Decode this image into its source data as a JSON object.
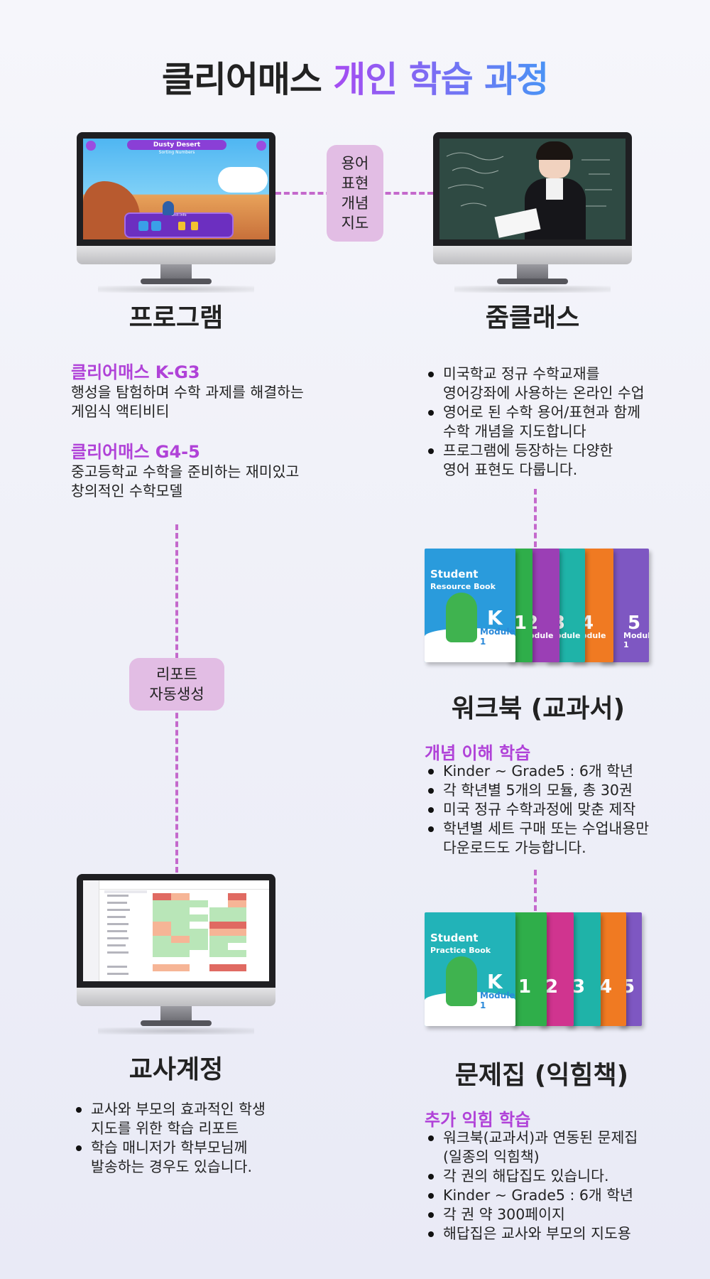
{
  "title": {
    "part1": "클리어매스",
    "part2": "개인 학습 과정"
  },
  "connectors": {
    "top_pill": [
      "용어",
      "표현",
      "개념",
      "지도"
    ],
    "left_pill": [
      "리포트",
      "자동생성"
    ]
  },
  "program": {
    "heading": "프로그램",
    "screen": {
      "level_name": "Dusty Desert",
      "level_sub": "Sorting Numbers",
      "panel_label": "Unit Info"
    },
    "item1": {
      "subtitle": "클리어매스 K-G3",
      "lines": [
        "행성을 탐험하며 수학 과제를 해결하는",
        "게임식 액티비티"
      ]
    },
    "item2": {
      "subtitle": "클리어매스 G4-5",
      "lines": [
        "중고등학교 수학을 준비하는 재미있고",
        "창의적인 수학모델"
      ]
    }
  },
  "zoom": {
    "heading": "줌클래스",
    "bullets": [
      [
        "미국학교 정규 수학교재를",
        "영어강좌에 사용하는 온라인 수업"
      ],
      [
        "영어로 된 수학 용어/표현과 함께",
        "수학 개념을 지도합니다"
      ],
      [
        "프로그램에 등장하는 다양한",
        "영어 표현도 다룹니다."
      ]
    ]
  },
  "workbook": {
    "heading": "워크북 (교과서)",
    "cover_title": [
      "Student",
      "Resource Book"
    ],
    "subtitle": "개념 이해 학습",
    "bullets": [
      [
        "Kinder ~ Grade5 : 6개 학년"
      ],
      [
        "각 학년별 5개의 모듈, 총 30권"
      ],
      [
        "미국 정규 수학과정에 맞춘 제작"
      ],
      [
        "학년별 세트 구매 또는 수업내용만",
        "다운로드도 가능합니다."
      ]
    ]
  },
  "practice": {
    "heading": "문제집 (익힘책)",
    "cover_title": [
      "Student",
      "Practice Book"
    ],
    "subtitle": "추가 익힘 학습",
    "bullets": [
      [
        "워크북(교과서)과 연동된 문제집",
        "(일종의 익힘책)"
      ],
      [
        "각 권의 해답집도 있습니다."
      ],
      [
        "Kinder ~ Grade5 : 6개 학년"
      ],
      [
        "각 권 약 300페이지"
      ],
      [
        "해답집은 교사와 부모의 지도용"
      ]
    ]
  },
  "teacher": {
    "heading": "교사계정",
    "bullets": [
      [
        "교사와 부모의 효과적인 학생",
        "지도를 위한 학습 리포트"
      ],
      [
        "학습 매니저가 학부모님께",
        "발송하는 경우도 있습니다."
      ]
    ]
  },
  "book_grades": [
    "K",
    "1",
    "2",
    "3",
    "4",
    "5"
  ],
  "book_module": "Module 1",
  "colors": {
    "accent_purple": "#b042d8",
    "pill_bg": "#e2bde4",
    "dash": "#c469cc",
    "book_colors": [
      "#2a9bdc",
      "#2fae4a",
      "#9b3fb5",
      "#1fb3a8",
      "#f07a22",
      "#7e57c2"
    ]
  }
}
